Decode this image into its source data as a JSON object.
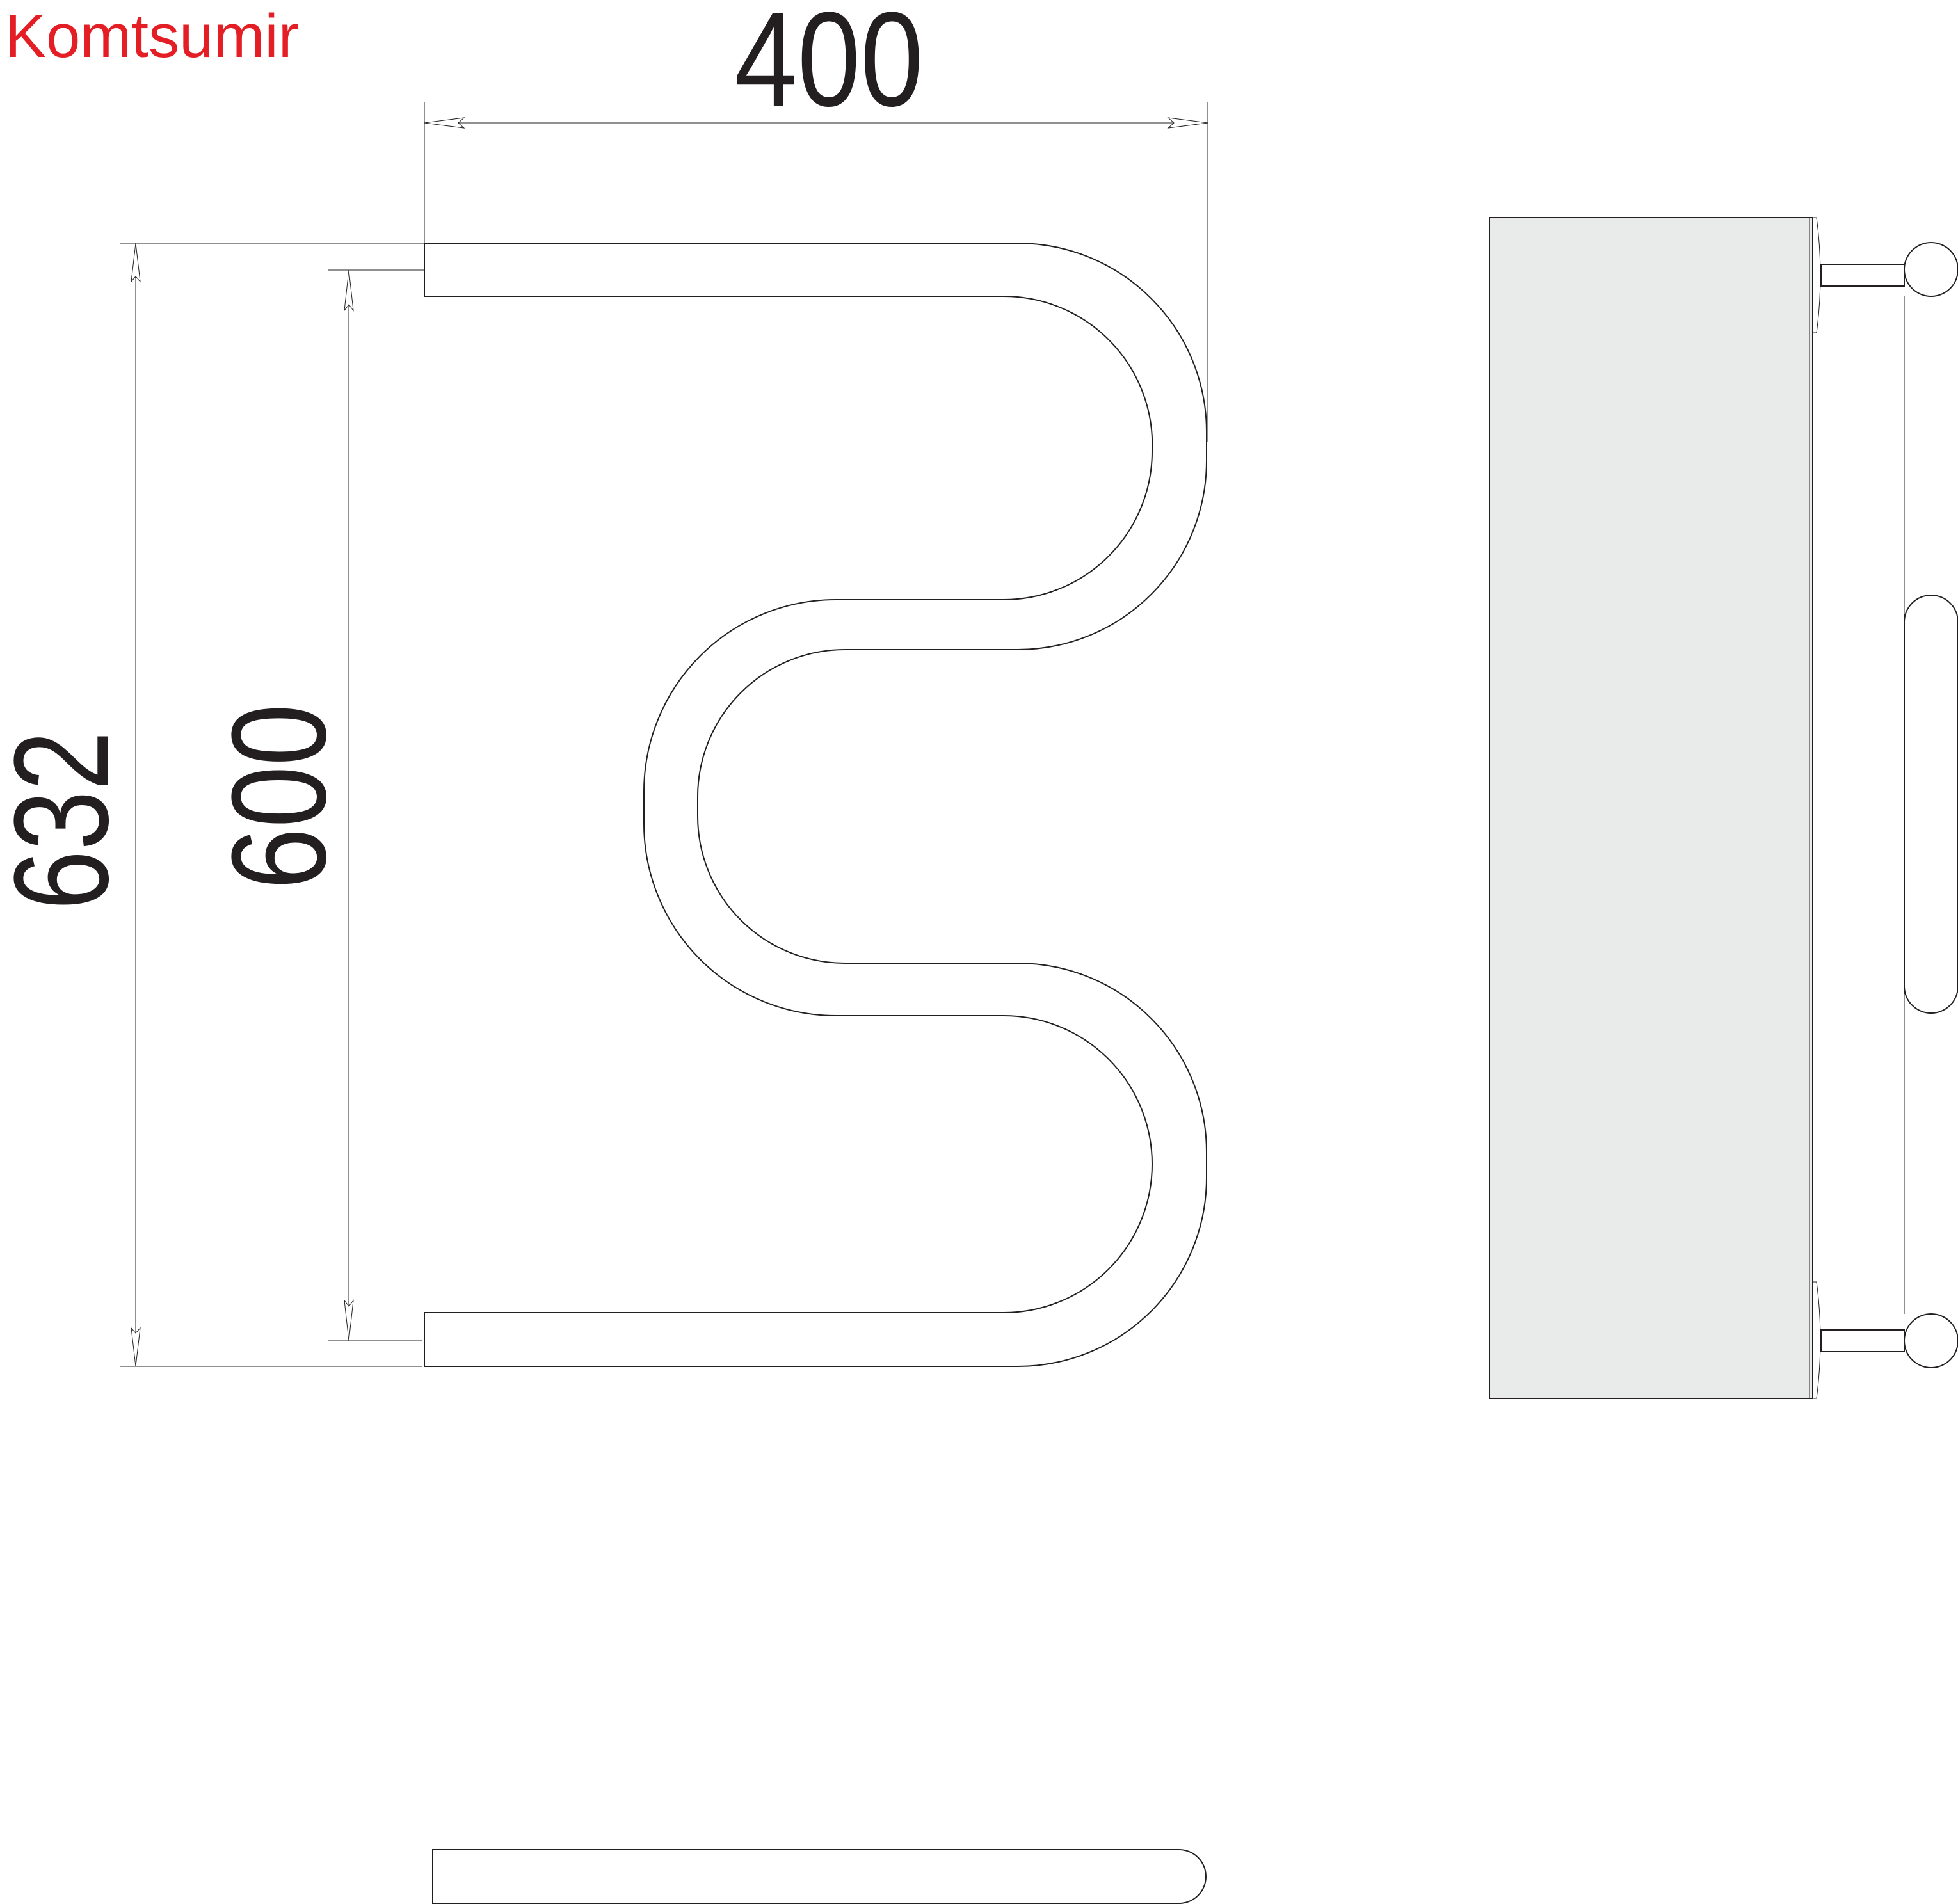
{
  "brand": {
    "text": "Komtsumir",
    "color": "#e31e24"
  },
  "dimensions": {
    "width": "400",
    "outer_height": "632",
    "inner_height": "600"
  },
  "colors": {
    "line": "#231f20",
    "dimension_text": "#231f20",
    "wall_fill": "#e9ebea",
    "background": "#ffffff"
  }
}
